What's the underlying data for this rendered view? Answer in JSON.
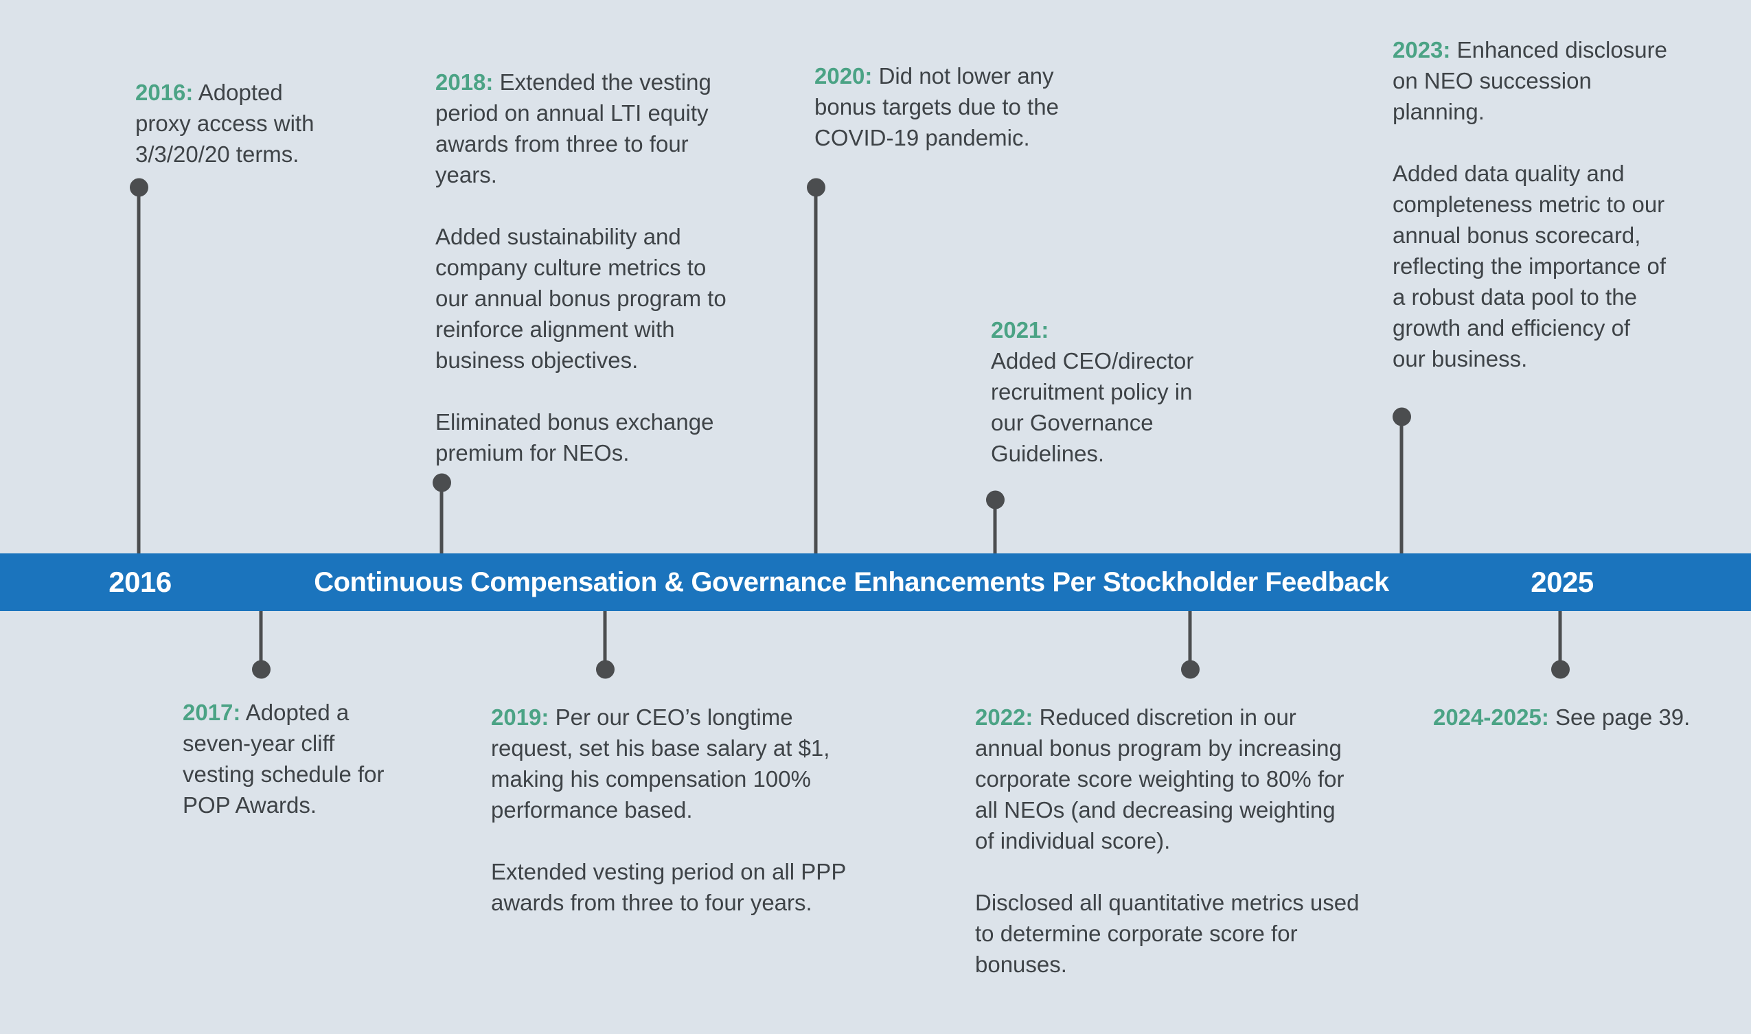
{
  "palette": {
    "background": "#dce3ea",
    "bar_blue": "#1b74bd",
    "year_green": "#4ba385",
    "body_text": "#3e4347",
    "connector_gray": "#4b4d4f",
    "bar_text": "#ffffff"
  },
  "bar": {
    "left_year": "2016",
    "title": "Continuous Compensation & Governance Enhancements Per Stockholder Feedback",
    "right_year": "2025"
  },
  "events": {
    "e2016": {
      "year": "2016:",
      "p1": "Adopted proxy access with 3/3/20/20 terms."
    },
    "e2017": {
      "year": "2017:",
      "p1": "Adopted a seven-year cliff vesting schedule for POP Awards."
    },
    "e2018": {
      "year": "2018:",
      "p1": "Extended the vesting period on annual LTI equity awards from three to four years.",
      "p2": "Added sustainability and company culture metrics to our annual bonus program to reinforce alignment with business objectives.",
      "p3": "Eliminated bonus exchange premium for NEOs."
    },
    "e2019": {
      "year": "2019:",
      "p1": "Per our CEO’s longtime request, set his base salary at $1, making his compensation 100% performance based.",
      "p2": "Extended vesting period on all PPP awards from three to four years."
    },
    "e2020": {
      "year": "2020:",
      "p1": "Did not lower any bonus targets due to the COVID-19 pandemic."
    },
    "e2021": {
      "year": "2021:",
      "p1": "Added CEO/director recruitment policy in our Governance Guidelines."
    },
    "e2022": {
      "year": "2022:",
      "p1": "Reduced discretion in our annual bonus program by increasing corporate score weighting to 80% for all NEOs (and decreasing weighting of individual score).",
      "p2": "Disclosed all quantitative metrics used to determine corporate score for bonuses."
    },
    "e2023": {
      "year": "2023:",
      "p1": "Enhanced disclosure on NEO succession planning.",
      "p2": "Added data quality and completeness metric to our annual bonus scorecard, reflecting the importance of a robust data pool to the growth and efficiency of our business."
    },
    "e2024": {
      "year": "2024-2025:",
      "p1": "See page 39."
    }
  }
}
